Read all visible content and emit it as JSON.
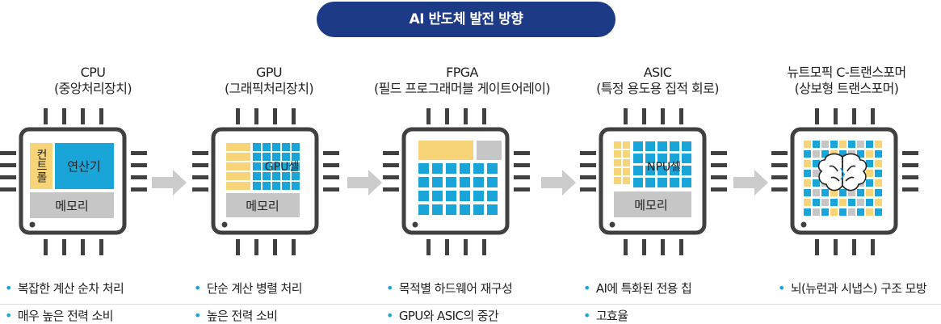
{
  "banner": "AI 반도체 발전 방향",
  "colors": {
    "banner": "#1c3a86",
    "cyan": "#1aa5d8",
    "yellow": "#f6d477",
    "gray": "#c6c6c6",
    "frame": "#404040"
  },
  "chips": [
    {
      "name": "CPU",
      "title": "CPU",
      "subtitle": "(중앙처리장치)",
      "blocks": {
        "control": "컨트롤",
        "alu": "연산기",
        "memory": "메모리"
      },
      "bullets": [
        "복잡한 계산 순차 처리",
        "매우 높은 전력 소비"
      ]
    },
    {
      "name": "GPU",
      "title": "GPU",
      "subtitle": "(그래픽처리장치)",
      "blocks": {
        "cells": "GPU셀",
        "memory": "메모리"
      },
      "bullets": [
        "단순 계산 병렬 처리",
        "높은 전력 소비"
      ]
    },
    {
      "name": "FPGA",
      "title": "FPGA",
      "subtitle": "(필드 프로그래머블 게이트어레이)",
      "blocks": {},
      "bullets": [
        "목적별 하드웨어 재구성",
        "GPU와 ASIC의 중간"
      ]
    },
    {
      "name": "ASIC",
      "title": "ASIC",
      "subtitle": "(특정 용도용 집적 회로)",
      "blocks": {
        "cells": "NPU셀",
        "memory": "메모리"
      },
      "bullets": [
        "AI에 특화된 전용 칩",
        "고효율"
      ]
    },
    {
      "name": "Neuromorphic",
      "title": "뉴트모픽 C-트랜스포머",
      "subtitle": "(상보형 트랜스포머)",
      "blocks": {},
      "bullets": [
        "뇌(뉴런과 시냅스) 구조 모방"
      ]
    }
  ],
  "icons": [
    "arrow-right-icon",
    "brain-icon"
  ]
}
